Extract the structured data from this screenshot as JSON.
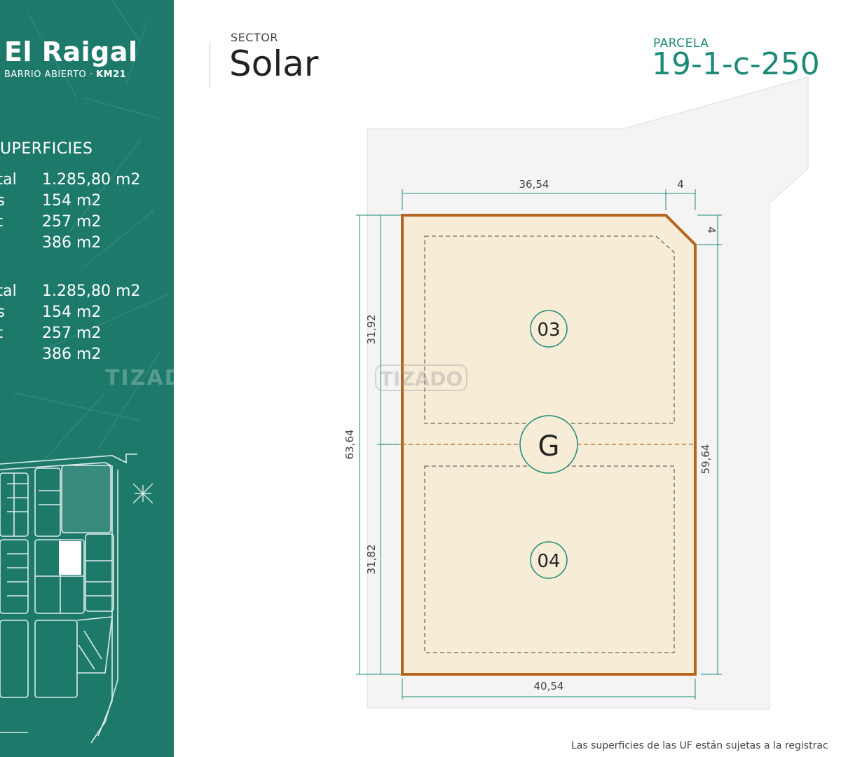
{
  "brand": {
    "name": "El Raigal",
    "subtitle": "BARRIO ABIERTO",
    "subtitle_km": "KM21"
  },
  "superficies": {
    "title": "UPERFICIES",
    "rows": [
      {
        "label": "otal",
        "value": "1.285,80 m2"
      },
      {
        "label": "os",
        "value": "154 m2"
      },
      {
        "label": "ot",
        "value": "257 m2"
      },
      {
        "label": "t",
        "value": "386  m2"
      },
      {
        "label": "otal",
        "value": "1.285,80 m2"
      },
      {
        "label": "os",
        "value": "154 m2"
      },
      {
        "label": "ot",
        "value": "257 m2"
      },
      {
        "label": "t",
        "value": "386  m2"
      }
    ]
  },
  "sector": {
    "label": "SECTOR",
    "name": "Solar"
  },
  "parcela": {
    "label": "PARCELA",
    "id": "19-1-c-250"
  },
  "plan": {
    "dimensions": {
      "top_width": "36,54",
      "chamfer_h": "4",
      "chamfer_v": "4",
      "bottom_width": "40,54",
      "left_total": "63,64",
      "left_upper": "31,92",
      "left_lower": "31,82",
      "right_total": "59,64"
    },
    "units": [
      "03",
      "04"
    ],
    "common": "G"
  },
  "watermark": "TIZADO",
  "disclaimer": "Las superficies de las UF están sujetas a la registrac",
  "colors": {
    "brand_green": "#1d7a6b",
    "accent_teal": "#1d8a78",
    "lot_outline": "#b5651d",
    "lot_fill": "#f7ecd6"
  }
}
